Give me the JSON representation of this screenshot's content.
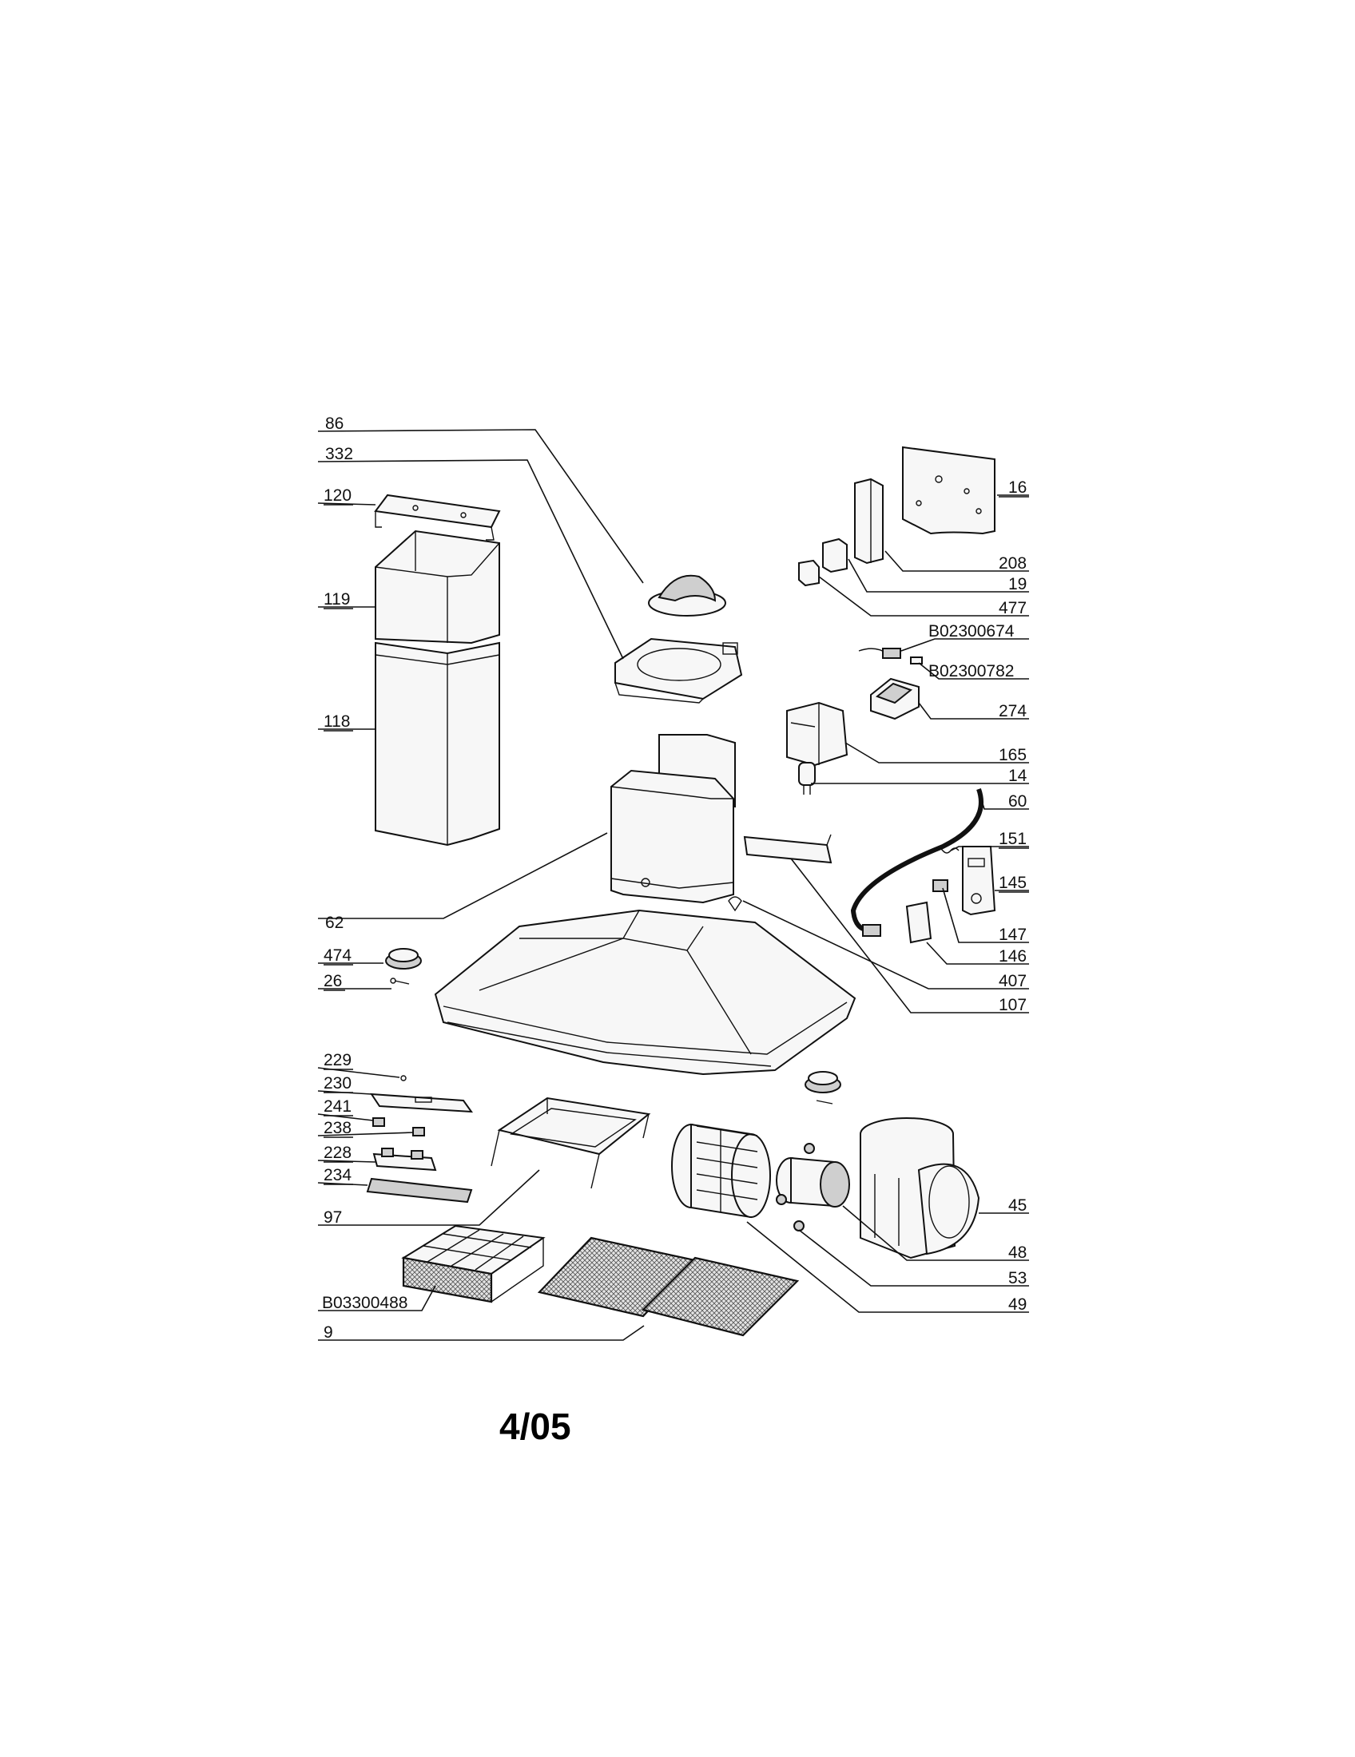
{
  "page_number": "4/05",
  "callouts_left": [
    {
      "id": "l86",
      "text": "86"
    },
    {
      "id": "l332",
      "text": "332"
    },
    {
      "id": "l120",
      "text": "120"
    },
    {
      "id": "l119",
      "text": "119"
    },
    {
      "id": "l118",
      "text": "118"
    },
    {
      "id": "l62",
      "text": "62"
    },
    {
      "id": "l474",
      "text": "474"
    },
    {
      "id": "l26",
      "text": "26"
    },
    {
      "id": "l229",
      "text": "229"
    },
    {
      "id": "l230",
      "text": "230"
    },
    {
      "id": "l241",
      "text": "241"
    },
    {
      "id": "l238",
      "text": "238"
    },
    {
      "id": "l228",
      "text": "228"
    },
    {
      "id": "l234",
      "text": "234"
    },
    {
      "id": "l97",
      "text": "97"
    },
    {
      "id": "lB03300488",
      "text": "B03300488"
    },
    {
      "id": "l9",
      "text": "9"
    }
  ],
  "callouts_right": [
    {
      "id": "r16",
      "text": "16"
    },
    {
      "id": "r208",
      "text": "208"
    },
    {
      "id": "r19",
      "text": "19"
    },
    {
      "id": "r477",
      "text": "477"
    },
    {
      "id": "rB02300674",
      "text": "B02300674"
    },
    {
      "id": "rB02300782",
      "text": "B02300782"
    },
    {
      "id": "r274",
      "text": "274"
    },
    {
      "id": "r165",
      "text": "165"
    },
    {
      "id": "r14",
      "text": "14"
    },
    {
      "id": "r60",
      "text": "60"
    },
    {
      "id": "r151",
      "text": "151"
    },
    {
      "id": "r145",
      "text": "145"
    },
    {
      "id": "r147",
      "text": "147"
    },
    {
      "id": "r146",
      "text": "146"
    },
    {
      "id": "r407",
      "text": "407"
    },
    {
      "id": "r107",
      "text": "107"
    },
    {
      "id": "r45",
      "text": "45"
    },
    {
      "id": "r48",
      "text": "48"
    },
    {
      "id": "r53",
      "text": "53"
    },
    {
      "id": "r49",
      "text": "49"
    }
  ]
}
